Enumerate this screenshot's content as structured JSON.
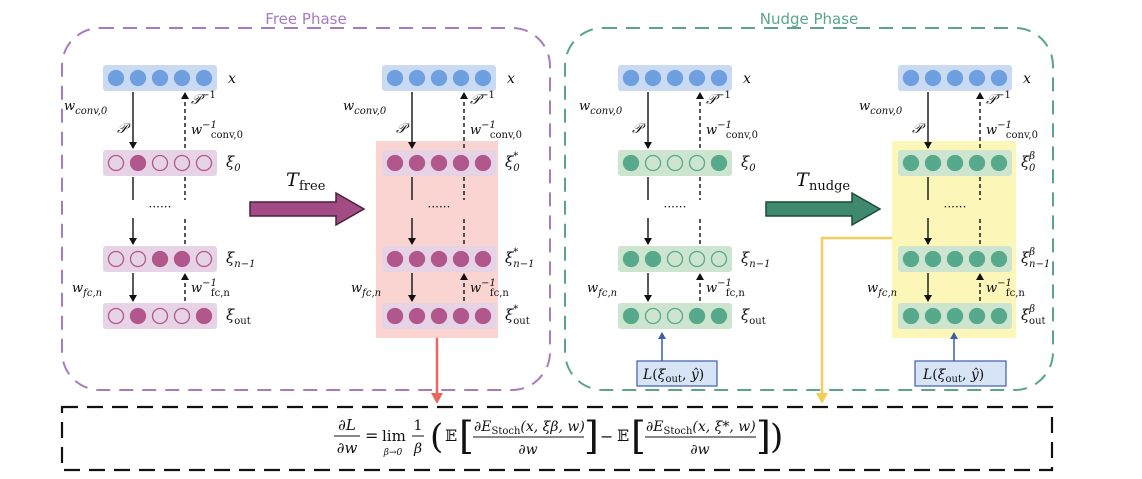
{
  "colors": {
    "free_border": "#a77bbf",
    "nudge_border": "#5aa58a",
    "free_node": "#b1578c",
    "free_layer_bg": "#e6d3e6",
    "nudge_node": "#56a98b",
    "nudge_layer_bg": "#cde4cf",
    "input_node": "#6e9fe0",
    "input_layer_bg": "#c9daf2",
    "free_highlight": "#f9d4d0",
    "nudge_highlight": "#fcf7b9",
    "free_arrow": "#a24b84",
    "nudge_arrow": "#3f8a6e",
    "red_arrow": "#e8675f",
    "yellow_arrow": "#f2cf5b",
    "loss_box_bg": "#d6e4f6",
    "loss_box_border": "#3b5ea8"
  },
  "free_phase": {
    "title": "Free Phase",
    "transition_label": "T",
    "transition_sub": "free"
  },
  "nudge_phase": {
    "title": "Nudge Phase",
    "transition_label": "T",
    "transition_sub": "nudge"
  },
  "labels": {
    "x": "x",
    "w_conv0": "w",
    "w_conv0_sub": "conv,0",
    "P": "𝒫",
    "P_inv": "𝒫",
    "inv_sup": "−1",
    "w_conv0_inv": "w",
    "w_conv0_inv_sub": "conv,0",
    "w_fcn": "w",
    "w_fcn_sub": "fc,n",
    "w_fcn_inv": "w",
    "w_fcn_inv_sub": "fc,n",
    "dots": "······",
    "xi": "ξ",
    "sub_0": "0",
    "sub_n1": "n−1",
    "sub_out": "out",
    "star": "*",
    "beta": "β"
  },
  "loss_box": {
    "text": "L(ξout, ŷ)",
    "L": "L",
    "xi": "ξ",
    "sub": "out",
    "yhat": "ŷ"
  },
  "formula": {
    "lhs_num": "∂L",
    "lhs_den": "∂w",
    "eq": "=",
    "lim": "lim",
    "lim_sub": "β→0",
    "frac_num": "1",
    "frac_den": "β",
    "expect": "𝔼",
    "term_num_1": "∂E",
    "term_num_1_sub": "Stoch",
    "term_num_1_args": "(x, ξβ, w)",
    "term_den": "∂w",
    "minus": "−",
    "term_num_2_args": "(x, ξ*, w)"
  },
  "states": {
    "free_initial": {
      "input": [
        1,
        1,
        1,
        1,
        1
      ],
      "xi0": [
        0,
        1,
        0,
        0,
        0
      ],
      "xin1": [
        0,
        0,
        1,
        1,
        0
      ],
      "xiout": [
        0,
        1,
        0,
        0,
        1
      ]
    },
    "free_converged": {
      "input": [
        1,
        1,
        1,
        1,
        1
      ],
      "xi0": [
        1,
        1,
        1,
        1,
        1
      ],
      "xin1": [
        1,
        1,
        1,
        1,
        1
      ],
      "xiout": [
        1,
        1,
        1,
        1,
        1
      ]
    },
    "nudge_initial": {
      "input": [
        1,
        1,
        1,
        1,
        1
      ],
      "xi0": [
        1,
        0,
        0,
        0,
        1
      ],
      "xin1": [
        1,
        1,
        0,
        0,
        0
      ],
      "xiout": [
        1,
        0,
        0,
        1,
        1
      ]
    },
    "nudge_converged": {
      "input": [
        1,
        1,
        1,
        1,
        1
      ],
      "xi0": [
        1,
        1,
        1,
        1,
        1
      ],
      "xin1": [
        1,
        1,
        1,
        1,
        1
      ],
      "xiout": [
        1,
        1,
        1,
        1,
        1
      ]
    }
  }
}
